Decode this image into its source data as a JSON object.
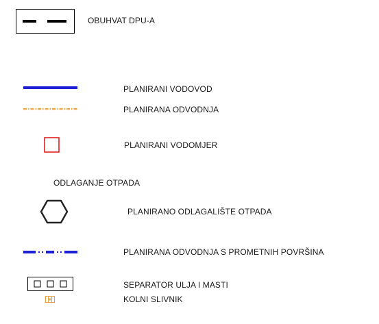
{
  "legend": {
    "items": [
      {
        "label": "OBUHVAT DPU-A",
        "icon": "boundary-line-icon"
      },
      {
        "label": "PLANIRANI VODOVOD",
        "icon": "water-supply-line-icon",
        "color": "#1f1fd6"
      },
      {
        "label": "PLANIRANA ODVODNJA",
        "icon": "drainage-line-icon",
        "color": "#f0a040"
      },
      {
        "label": "PLANIRANI VODOMJER",
        "icon": "water-meter-square-icon",
        "color": "#e02020"
      },
      {
        "label": "PLANIRANO ODLAGALIŠTE OTPADA",
        "icon": "waste-site-hexagon-icon"
      },
      {
        "label": "PLANIRANA ODVODNJA S PROMETNIH POVRŠINA",
        "icon": "road-drainage-line-icon",
        "color": "#1f1fd6"
      },
      {
        "label": "SEPARATOR ULJA I MASTI",
        "icon": "oil-grease-separator-icon"
      },
      {
        "label": "KOLNI SLIVNIK",
        "icon": "road-gully-icon",
        "color": "#e8a040"
      }
    ],
    "section_heading": "ODLAGANJE OTPADA"
  }
}
